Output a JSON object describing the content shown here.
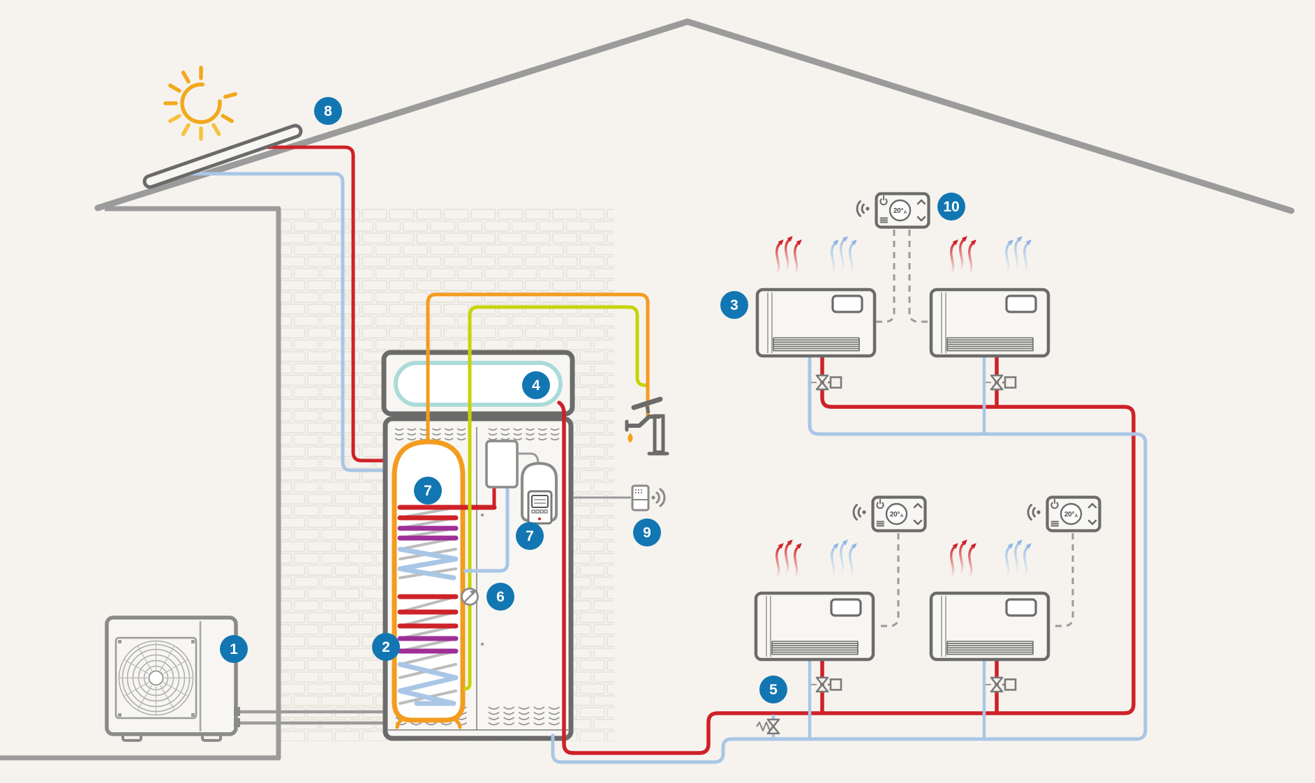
{
  "badges": {
    "b1": {
      "label": "1"
    },
    "b2": {
      "label": "2"
    },
    "b3": {
      "label": "3"
    },
    "b4": {
      "label": "4"
    },
    "b5": {
      "label": "5"
    },
    "b6": {
      "label": "6"
    },
    "b7a": {
      "label": "7"
    },
    "b7b": {
      "label": "7"
    },
    "b8": {
      "label": "8"
    },
    "b9": {
      "label": "9"
    },
    "b10": {
      "label": "10"
    }
  },
  "thermostats": {
    "upper": {
      "display": "20°",
      "mode": "A"
    },
    "lower_left": {
      "display": "20°",
      "mode": "A"
    },
    "lower_right": {
      "display": "20°",
      "mode": "A"
    }
  },
  "colors": {
    "background": "#f6f3ee",
    "brick": "#e8e5dd",
    "structure": "#9b9b9b",
    "unit_border": "#6b6b6b",
    "icon_gray": "#7d7d7d",
    "pipe_hot": "#cf2128",
    "pipe_cold": "#a9c6e6",
    "pipe_dhw": "#f39c1f",
    "pipe_recirc": "#c6d405",
    "solar_tank": "#abdbd8",
    "coil_purple": "#9e2f96",
    "badge": "#1276b2",
    "sun": "#f3a81c",
    "sun_ray": "#f6c33c",
    "drop": "#f0a21a"
  }
}
